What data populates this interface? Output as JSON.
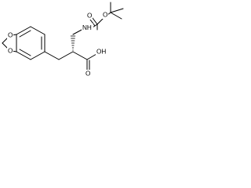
{
  "molecule": {
    "atoms": {
      "ring_o_top": "O",
      "ring_o_bottom": "O",
      "nh": "NH",
      "carbamate_o": "O",
      "carbonyl_o_boc": "O",
      "acid_o": "O",
      "acid_oh": "OH"
    }
  }
}
